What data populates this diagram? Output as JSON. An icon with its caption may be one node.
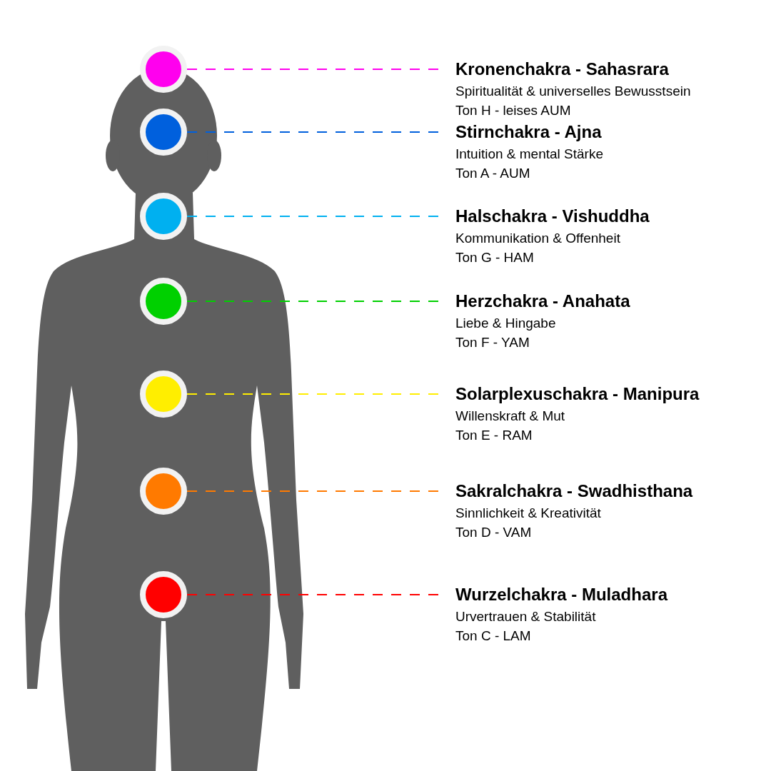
{
  "diagram": {
    "nodes": [
      {
        "text": [],
        "shape": "circle"
      },
      {
        "text": [],
        "shape": "circle"
      },
      {
        "text": [],
        "shape": "circle"
      },
      {
        "text": [],
        "shape": "circle"
      },
      {
        "text": [],
        "shape": "circle"
      },
      {
        "text": [],
        "shape": "circle"
      },
      {
        "text": [],
        "shape": "circle"
      },
      {
        "text": [
          "Kronenchakra - Sahasrara",
          "Spiritualität & universelles Bewusstsein",
          "Ton H - leises AUM"
        ]
      },
      {
        "text": [
          "Stirnchakra - Ajna",
          "Intuition & mental Stärke",
          "Ton A - AUM"
        ]
      },
      {
        "text": [
          "Halschakra - Vishuddha",
          "Kommunikation & Offenheit",
          "Ton G - HAM"
        ]
      },
      {
        "text": [
          "Herzchakra - Anahata",
          "Liebe & Hingabe",
          "Ton F - YAM"
        ]
      },
      {
        "text": [
          "Solarplexuschakra - Manipura",
          "Willenskraft & Mut",
          "Ton E - RAM"
        ]
      },
      {
        "text": [
          "Sakralchakra - Swadhisthana",
          "Sinnlichkeit & Kreativität",
          "Ton D - VAM"
        ]
      },
      {
        "text": [
          "Wurzelchakra - Muladhara",
          "Urvertrauen & Stabilität",
          "Ton C - LAM"
        ]
      }
    ],
    "edges": [
      {
        "from": 0,
        "to": 7,
        "arrow": "none",
        "style": "dashed",
        "color": "#ff00ee"
      },
      {
        "from": 1,
        "to": 8,
        "arrow": "none",
        "style": "dashed",
        "color": "#0060dd"
      },
      {
        "from": 2,
        "to": 9,
        "arrow": "none",
        "style": "dashed",
        "color": "#00b0f0"
      },
      {
        "from": 3,
        "to": 10,
        "arrow": "none",
        "style": "dashed",
        "color": "#00d000"
      },
      {
        "from": 4,
        "to": 11,
        "arrow": "none",
        "style": "dashed",
        "color": "#ffee00"
      },
      {
        "from": 5,
        "to": 12,
        "arrow": "none",
        "style": "dashed",
        "color": "#ff7a00"
      },
      {
        "from": 6,
        "to": 13,
        "arrow": "none",
        "style": "dashed",
        "color": "#ff0000"
      }
    ]
  }
}
